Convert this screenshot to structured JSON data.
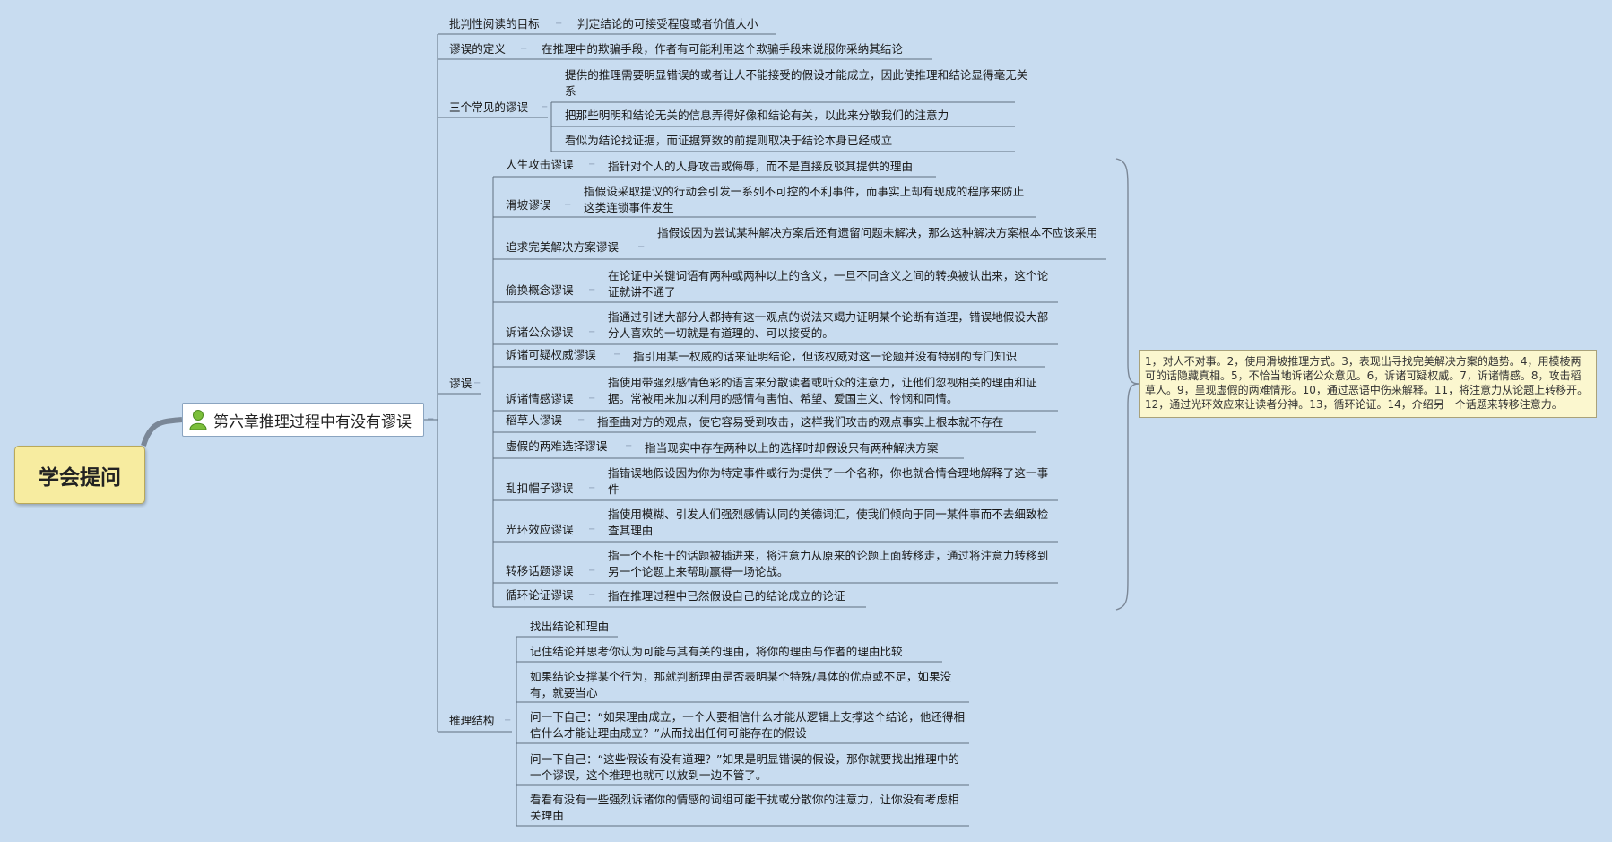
{
  "root": {
    "label": "学会提问"
  },
  "main_topic": {
    "label": "第六章推理过程中有没有谬误"
  },
  "branches": {
    "goal": {
      "label": "批判性阅读的目标",
      "child": "判定结论的可接受程度或者价值大小"
    },
    "definition": {
      "label": "谬误的定义",
      "child": "在推理中的欺骗手段，作者有可能利用这个欺骗手段来说服你采纳其结论"
    },
    "common": {
      "label": "三个常见的谬误",
      "children": [
        "提供的推理需要明显错误的或者让人不能接受的假设才能成立，因此使推理和结论显得毫无关系",
        "把那些明明和结论无关的信息弄得好像和结论有关，以此来分散我们的注意力",
        "看似为结论找证据，而证据算数的前提则取决于结论本身已经成立"
      ]
    },
    "fallacies": {
      "label": "谬误",
      "items": [
        {
          "name": "人生攻击谬误",
          "desc": "指针对个人的人身攻击或侮辱，而不是直接反驳其提供的理由"
        },
        {
          "name": "滑坡谬误",
          "desc": "指假设采取提议的行动会引发一系列不可控的不利事件，而事实上却有现成的程序来防止这类连锁事件发生"
        },
        {
          "name": "追求完美解决方案谬误",
          "desc": "指假设因为尝试某种解决方案后还有遗留问题未解决，那么这种解决方案根本不应该采用"
        },
        {
          "name": "偷换概念谬误",
          "desc": "在论证中关键词语有两种或两种以上的含义，一旦不同含义之间的转换被认出来，这个论证就讲不通了"
        },
        {
          "name": "诉诸公众谬误",
          "desc": "指通过引述大部分人都持有这一观点的说法来竭力证明某个论断有道理，错误地假设大部分人喜欢的一切就是有道理的、可以接受的。"
        },
        {
          "name": "诉诸可疑权威谬误",
          "desc": "指引用某一权威的话来证明结论，但该权威对这一论题并没有特别的专门知识"
        },
        {
          "name": "诉诸情感谬误",
          "desc": "指使用带强烈感情色彩的语言来分散读者或听众的注意力，让他们忽视相关的理由和证据。常被用来加以利用的感情有害怕、希望、爱国主义、怜悯和同情。"
        },
        {
          "name": "稻草人谬误",
          "desc": "指歪曲对方的观点，使它容易受到攻击，这样我们攻击的观点事实上根本就不存在"
        },
        {
          "name": "虚假的两难选择谬误",
          "desc": "指当现实中存在两种以上的选择时却假设只有两种解决方案"
        },
        {
          "name": "乱扣帽子谬误",
          "desc": "指错误地假设因为你为特定事件或行为提供了一个名称，你也就合情合理地解释了这一事件"
        },
        {
          "name": "光环效应谬误",
          "desc": "指使用模糊、引发人们强烈感情认同的美德词汇，使我们倾向于同一某件事而不去细致检查其理由"
        },
        {
          "name": "转移话题谬误",
          "desc": "指一个不相干的话题被插进来，将注意力从原来的论题上面转移走，通过将注意力转移到另一个论题上来帮助赢得一场论战。"
        },
        {
          "name": "循环论证谬误",
          "desc": "指在推理过程中已然假设自己的结论成立的论证"
        }
      ]
    },
    "structure": {
      "label": "推理结构",
      "children": [
        "找出结论和理由",
        "记住结论并思考你认为可能与其有关的理由，将你的理由与作者的理由比较",
        "如果结论支撑某个行为，那就判断理由是否表明某个特殊/具体的优点或不足，如果没有，就要当心",
        "问一下自己：“如果理由成立，一个人要相信什么才能从逻辑上支撑这个结论，他还得相信什么才能让理由成立？”从而找出任何可能存在的假设",
        "问一下自己：“这些假设有没有道理？”如果是明显错误的假设，那你就要找出推理中的一个谬误，这个推理也就可以放到一边不管了。",
        "看看有没有一些强烈诉诸你的情感的词组可能干扰或分散你的注意力，让你没有考虑相关理由"
      ]
    }
  },
  "note": {
    "text": "1，对人不对事。2，使用滑坡推理方式。3，表现出寻找完美解决方案的趋势。4，用模棱两可的话隐藏真相。5，不恰当地诉诸公众意见。6，诉诸可疑权威。7，诉诸情感。8，攻击稻草人。9，呈现虚假的两难情形。10，通过恶语中伤来解释。11，将注意力从论题上转移开。12，通过光环效应来让读者分神。13，循环论证。14，介绍另一个话题来转移注意力。"
  },
  "colors": {
    "background": "#c8dcf0",
    "line": "#5f6f80",
    "root_fill": "#f7eca0",
    "note_fill": "#fbf7cf"
  },
  "icons": {
    "main_topic": "person-icon",
    "collapse": "collapse-minus-icon"
  }
}
